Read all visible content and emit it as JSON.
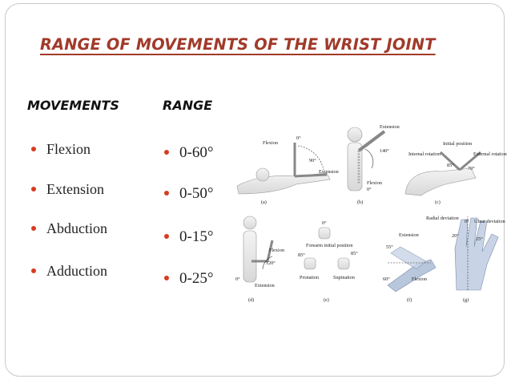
{
  "title": "RANGE OF MOVEMENTS OF THE WRIST JOINT",
  "columns": {
    "movements_heading": "MOVEMENTS",
    "range_heading": "RANGE"
  },
  "movements": [
    "Flexion",
    "Extension",
    "Abduction",
    "Adduction"
  ],
  "ranges": [
    "0-60°",
    "0-50°",
    "0-15°",
    "0-25°"
  ],
  "accent_colors": {
    "title": "#a13a2a",
    "bullet": "#d63c1f"
  },
  "figure": {
    "panels": {
      "a": {
        "caption": "(a)",
        "labels": [
          "Flexion",
          "0°",
          "90°",
          "Extension"
        ]
      },
      "b": {
        "caption": "(b)",
        "labels": [
          "Extension",
          "140°",
          "Flexion",
          "0°"
        ]
      },
      "c": {
        "caption": "(c)",
        "labels": [
          "Initial position",
          "Internal rotation",
          "External rotation",
          "85°",
          "70°"
        ]
      },
      "d": {
        "caption": "(d)",
        "labels": [
          "Flexion",
          "120°",
          "0°",
          "Extension"
        ]
      },
      "e": {
        "caption": "(e)",
        "labels": [
          "0°",
          "Forearm initial position",
          "85°",
          "85°",
          "Pronation",
          "Supination"
        ]
      },
      "f": {
        "caption": "(f)",
        "labels": [
          "Extension",
          "55°",
          "60°",
          "Flexion"
        ]
      },
      "g": {
        "caption": "(g)",
        "labels": [
          "Radial deviation",
          "0°",
          "Ulnar deviation",
          "20°",
          "25°"
        ]
      }
    }
  }
}
